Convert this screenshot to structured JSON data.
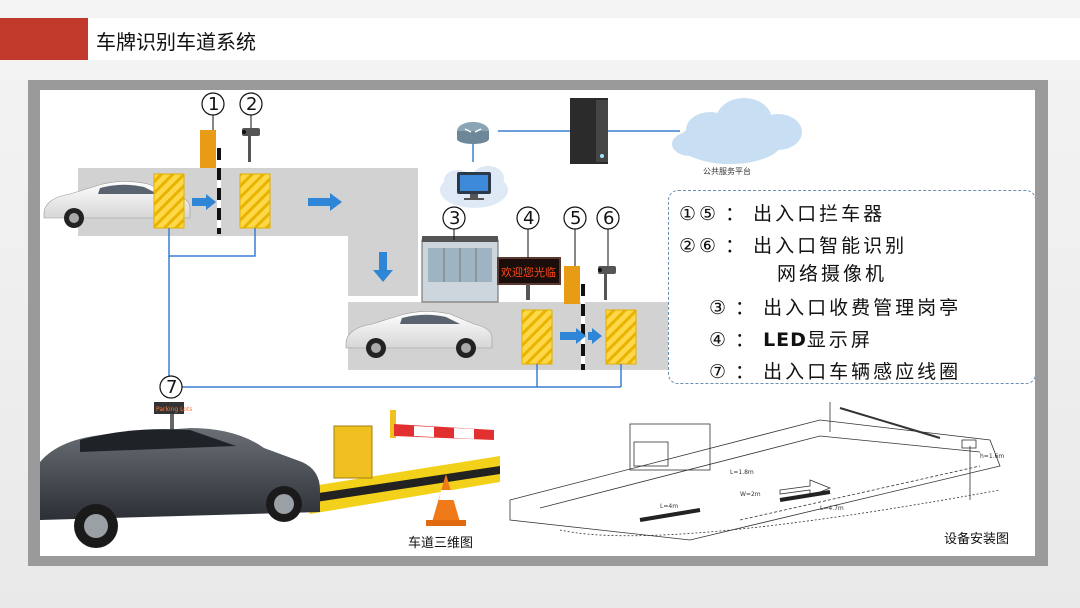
{
  "header": {
    "title": "车牌识别车道系统"
  },
  "markers": {
    "m1": "①",
    "m2": "②",
    "m3": "③",
    "m4": "④",
    "m5": "⑤",
    "m6": "⑥",
    "m7": "⑦"
  },
  "led_text": "欢迎您光临",
  "cloud_label": "公共服务平台",
  "legend": {
    "row1": {
      "nums": "①⑤",
      "text": "出入口拦车器"
    },
    "row2": {
      "nums": "②⑥",
      "text": "出入口智能识别"
    },
    "row2b": {
      "text": "网络摄像机"
    },
    "row3": {
      "nums": "③",
      "text": "出入口收费管理岗亭"
    },
    "row4": {
      "nums": "④",
      "text_led": "LED",
      "text": "显示屏"
    },
    "row5": {
      "nums": "⑦",
      "text": "出入口车辆感应线圈"
    },
    "colon": "："
  },
  "captions": {
    "left": "车道三维图",
    "right": "设备安装图"
  },
  "parking_sign": "Parking Lots",
  "install_labels": [
    "L=1.8m",
    "L=4.7m",
    "h=1.6m",
    "W=2m",
    "L=4m"
  ],
  "colors": {
    "accent_red": "#c0392b",
    "arrow_blue": "#2f86d6",
    "loop_yellow": "#f2c500",
    "line_blue": "#3a7fd0"
  }
}
